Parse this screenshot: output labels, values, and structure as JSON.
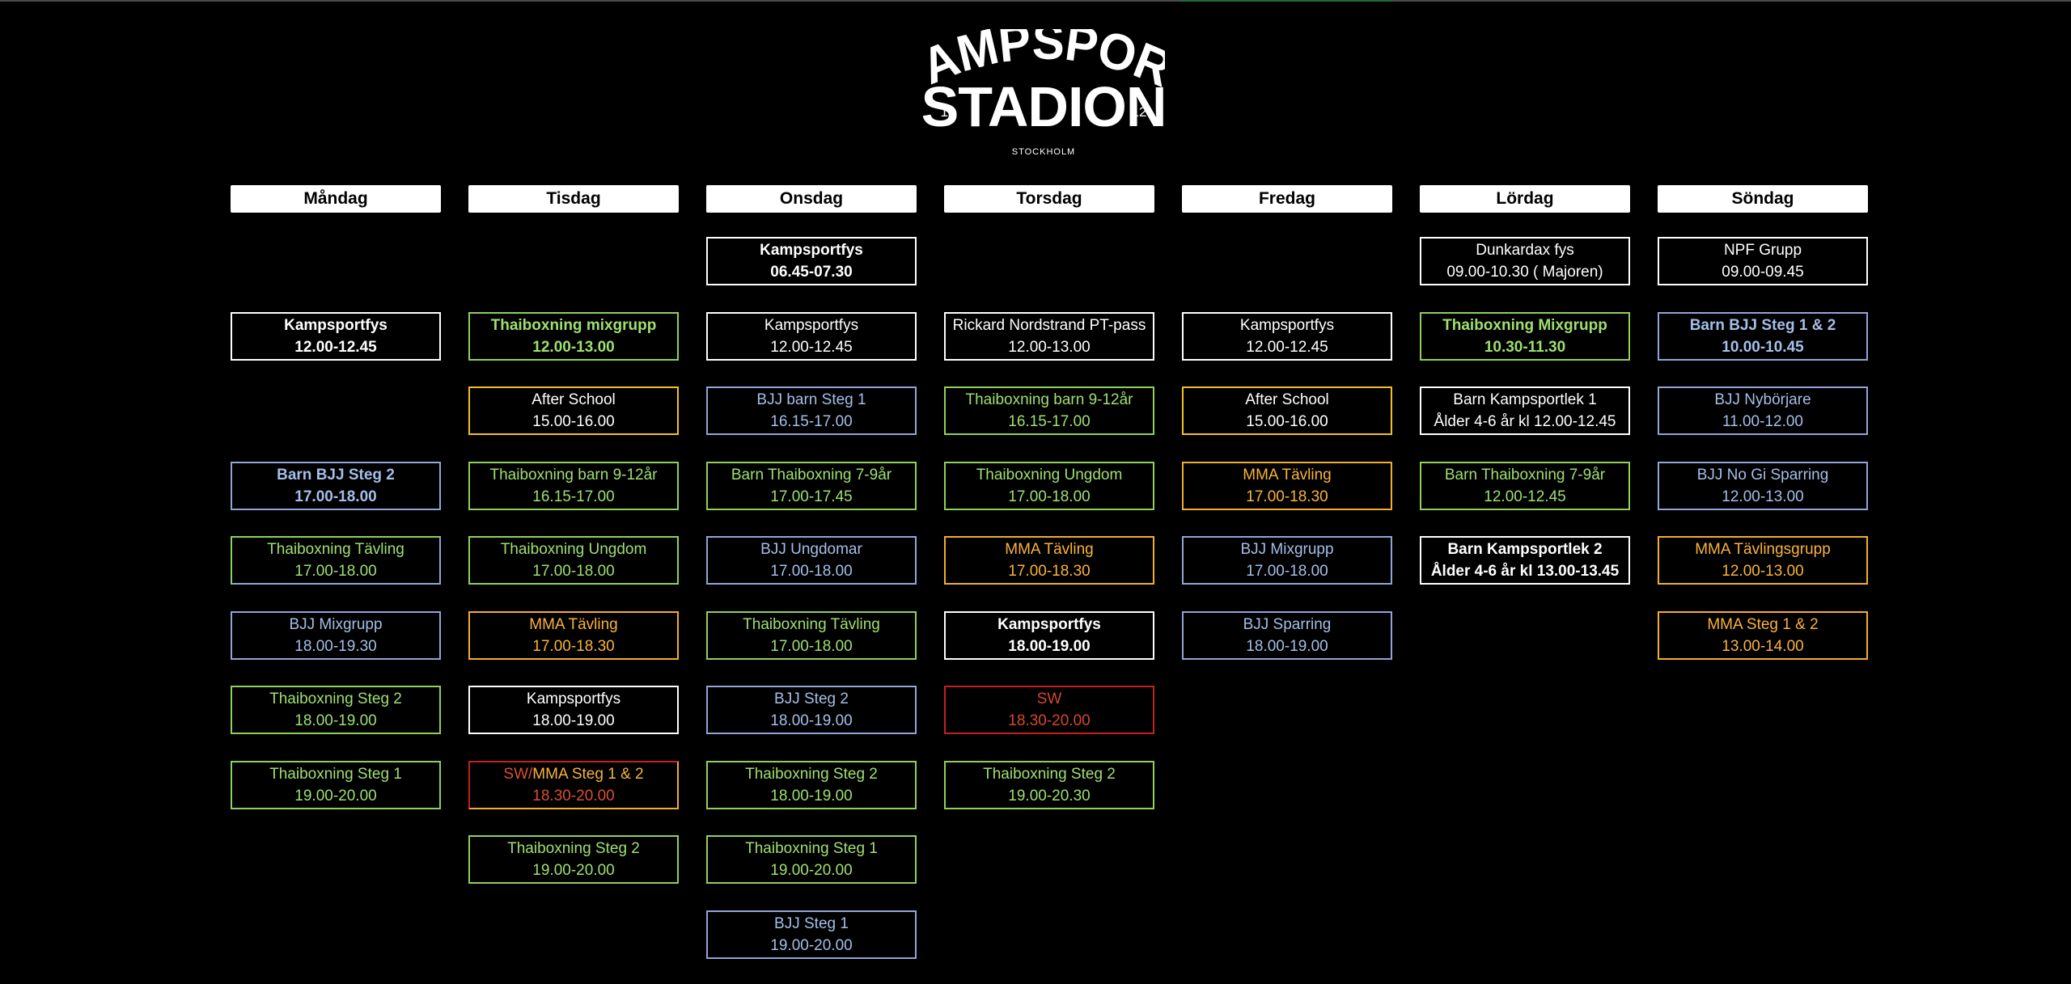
{
  "logo": {
    "line1": "KAMPSPORT",
    "line2": "STADION",
    "year_left": "19",
    "year_right": "12",
    "city": "STOCKHOLM"
  },
  "days": [
    "Måndag",
    "Tisdag",
    "Onsdag",
    "Torsdag",
    "Fredag",
    "Lördag",
    "Söndag"
  ],
  "colors": {
    "background": "#000000",
    "green": "#9fe070",
    "blue": "#a4bfe8",
    "orange": "#fbb338",
    "red": "#d4482a",
    "white": "#ffffff"
  },
  "schedule": {
    "mandag": [
      {
        "title": "Kampsportfys",
        "time": "12.00-12.45"
      },
      {
        "title": "Barn BJJ Steg 2",
        "time": "17.00-18.00"
      },
      {
        "title": "Thaiboxning Tävling",
        "time": "17.00-18.00"
      },
      {
        "title": "BJJ Mixgrupp",
        "time": "18.00-19.30"
      },
      {
        "title": "Thaiboxning Steg 2",
        "time": "18.00-19.00"
      },
      {
        "title": "Thaiboxning Steg 1",
        "time": "19.00-20.00"
      }
    ],
    "tisdag": [
      {
        "title": "Thaiboxning mixgrupp",
        "time": "12.00-13.00"
      },
      {
        "title": "After School",
        "time": "15.00-16.00"
      },
      {
        "title": "Thaiboxning barn 9-12år",
        "time": "16.15-17.00"
      },
      {
        "title": "Thaiboxning Ungdom",
        "time": "17.00-18.00"
      },
      {
        "title": "MMA Tävling",
        "time": "17.00-18.30"
      },
      {
        "title": "Kampsportfys",
        "time": "18.00-19.00"
      },
      {
        "title_part1": "SW/",
        "title_part2": "MMA Steg 1 & 2",
        "time": "18.30-20.00"
      },
      {
        "title": "Thaiboxning Steg 2",
        "time": "19.00-20.00"
      }
    ],
    "onsdag": [
      {
        "title": "Kampsportfys",
        "time": "06.45-07.30"
      },
      {
        "title": "Kampsportfys",
        "time": "12.00-12.45"
      },
      {
        "title": "BJJ barn  Steg 1",
        "time": "16.15-17.00"
      },
      {
        "title": "Barn Thaiboxning 7-9år",
        "time": "17.00-17.45"
      },
      {
        "title": "BJJ  Ungdomar",
        "time": "17.00-18.00"
      },
      {
        "title": "Thaiboxning Tävling",
        "time": "17.00-18.00"
      },
      {
        "title": "BJJ  Steg 2",
        "time": "18.00-19.00"
      },
      {
        "title": "Thaiboxning Steg 2",
        "time": "18.00-19.00"
      },
      {
        "title": "Thaiboxning Steg 1",
        "time": "19.00-20.00"
      },
      {
        "title": "BJJ  Steg 1",
        "time": "19.00-20.00"
      }
    ],
    "torsdag": [
      {
        "title": "Rickard Nordstrand   PT-pass",
        "time": "12.00-13.00"
      },
      {
        "title": "Thaiboxning barn 9-12år",
        "time": "16.15-17.00"
      },
      {
        "title": "Thaiboxning Ungdom",
        "time": "17.00-18.00"
      },
      {
        "title": "MMA Tävling",
        "time": "17.00-18.30"
      },
      {
        "title": "Kampsportfys",
        "time": "18.00-19.00"
      },
      {
        "title": "SW",
        "time": "18.30-20.00"
      },
      {
        "title": "Thaiboxning Steg 2",
        "time": "19.00-20.30"
      }
    ],
    "fredag": [
      {
        "title": "Kampsportfys",
        "time": "12.00-12.45"
      },
      {
        "title": "After School",
        "time": "15.00-16.00"
      },
      {
        "title": "MMA Tävling",
        "time": "17.00-18.30"
      },
      {
        "title": "BJJ Mixgrupp",
        "time": "17.00-18.00"
      },
      {
        "title": "BJJ  Sparring",
        "time": "18.00-19.00"
      }
    ],
    "lordag": [
      {
        "title": "Dunkardax fys",
        "time": "09.00-10.30   ( Majoren)"
      },
      {
        "title": "Thaiboxning Mixgrupp",
        "time": "10.30-11.30"
      },
      {
        "title": "Barn Kampsportlek 1",
        "time": "Ålder 4-6 år    kl 12.00-12.45"
      },
      {
        "title": "Barn Thaiboxning 7-9år",
        "time": "12.00-12.45"
      },
      {
        "title": "Barn Kampsportlek 2",
        "time": "Ålder 4-6 år   kl 13.00-13.45"
      }
    ],
    "sondag": [
      {
        "title": "NPF Grupp",
        "time": "09.00-09.45"
      },
      {
        "title": "Barn BJJ  Steg 1 & 2",
        "time": "10.00-10.45"
      },
      {
        "title": "BJJ Nybörjare",
        "time": "11.00-12.00"
      },
      {
        "title": "BJJ  No Gi Sparring",
        "time": "12.00-13.00"
      },
      {
        "title": "MMA Tävlingsgrupp",
        "time": "12.00-13.00"
      },
      {
        "title": "MMA Steg 1 & 2",
        "time": "13.00-14.00"
      }
    ]
  }
}
